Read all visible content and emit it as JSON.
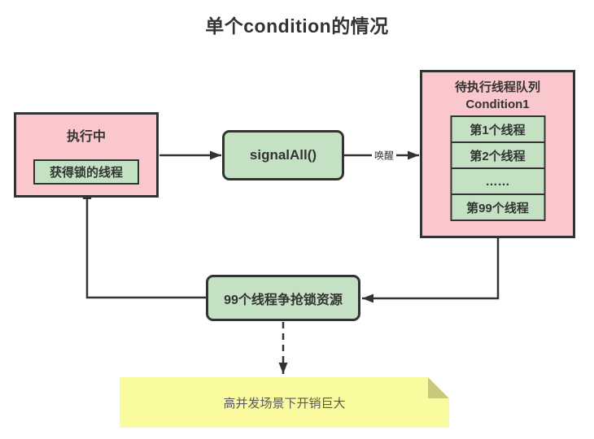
{
  "title": "单个condition的情况",
  "colors": {
    "pink": "#fac7cd",
    "green": "#c5e1c4",
    "border": "#333333",
    "yellow": "#fafa9e",
    "yellow_fold": "#c9c97c",
    "note_text": "#595959"
  },
  "executing_box": {
    "title": "执行中",
    "inner_label": "获得锁的线程"
  },
  "signal_box": {
    "label": "signalAll()"
  },
  "queue_box": {
    "title_line1": "待执行线程队列",
    "title_line2": "Condition1",
    "rows": [
      "第1个线程",
      "第2个线程",
      "……",
      "第99个线程"
    ]
  },
  "compete_box": {
    "label": "99个线程争抢锁资源"
  },
  "edge_labels": {
    "wake": "唤醒"
  },
  "note": {
    "text": "高并发场景下开销巨大"
  }
}
